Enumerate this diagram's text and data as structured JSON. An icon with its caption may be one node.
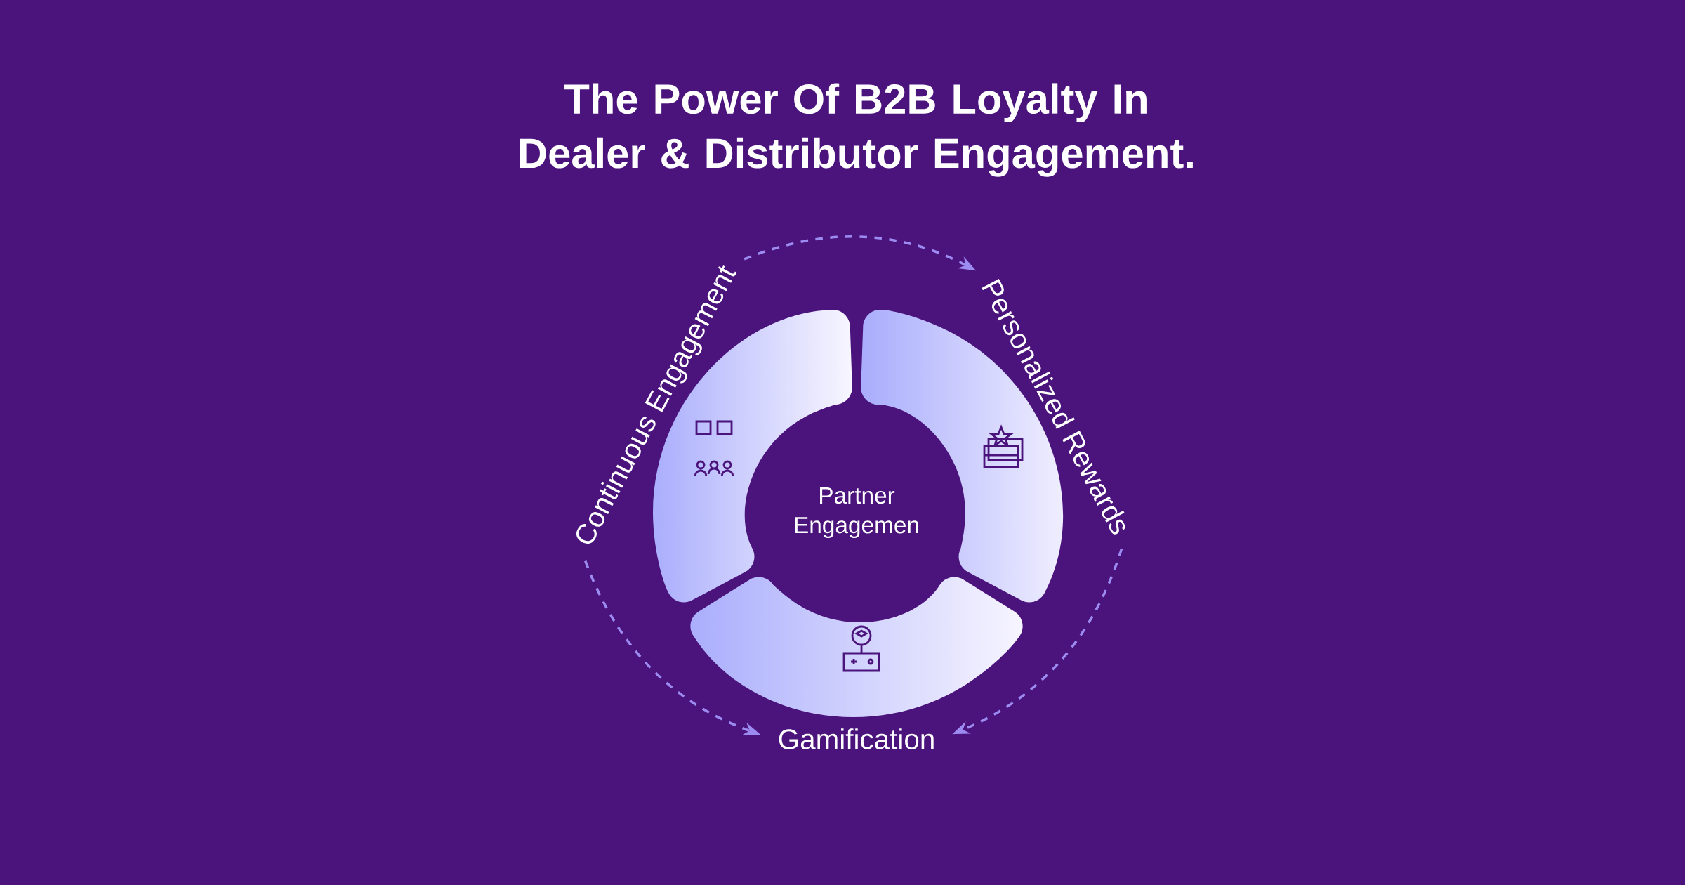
{
  "diagram": {
    "title": "The Power Of B2B Loyalty In Dealer & Distributor Engagement.",
    "nodes": [
      {
        "text": [
          "Partner Engagemen"
        ]
      },
      {
        "text": [
          "Continuous Engagement"
        ]
      },
      {
        "text": [
          "Personalized Rewards"
        ]
      },
      {
        "text": [
          "Gamification"
        ]
      }
    ],
    "edges": [
      {
        "from": 1,
        "to": 2,
        "arrow": "to",
        "style": "dashed"
      },
      {
        "from": 2,
        "to": 3,
        "arrow": "to",
        "style": "dashed"
      },
      {
        "from": 1,
        "to": 3,
        "arrow": "to",
        "style": "dashed"
      }
    ]
  }
}
